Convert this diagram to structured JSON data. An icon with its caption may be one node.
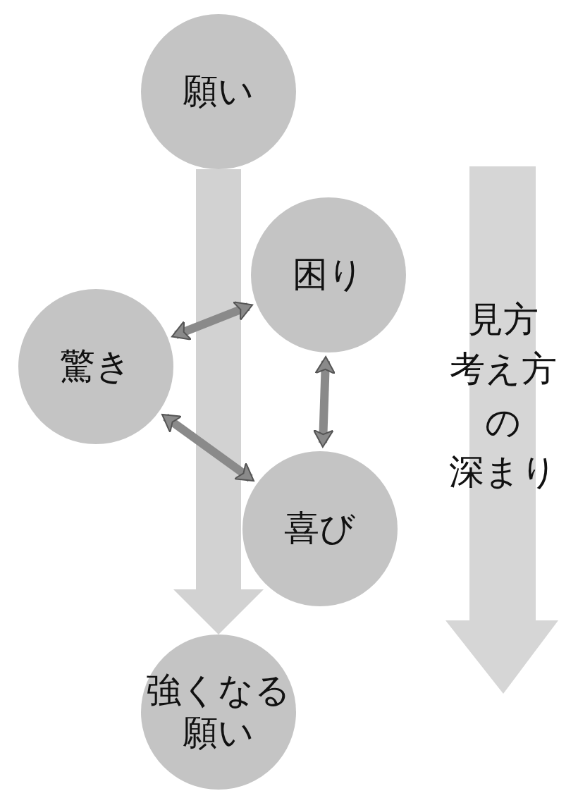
{
  "diagram": {
    "nodes": [
      {
        "text": [
          "願い"
        ]
      },
      {
        "text": [
          "困り"
        ]
      },
      {
        "text": [
          "驚き"
        ]
      },
      {
        "text": [
          "喜び"
        ]
      },
      {
        "text": [
          "強くなる願い"
        ]
      }
    ],
    "edges": [
      {
        "from": 2,
        "to": 1,
        "arrow": "both"
      },
      {
        "from": 2,
        "to": 3,
        "arrow": "both"
      },
      {
        "from": 1,
        "to": 3,
        "arrow": "both"
      },
      {
        "from": 0,
        "to": 4,
        "arrow": "to",
        "style": "thick",
        "color": "#d2d2d2"
      }
    ],
    "labels": [
      "見方",
      "考え方",
      "の",
      "深まり"
    ]
  }
}
